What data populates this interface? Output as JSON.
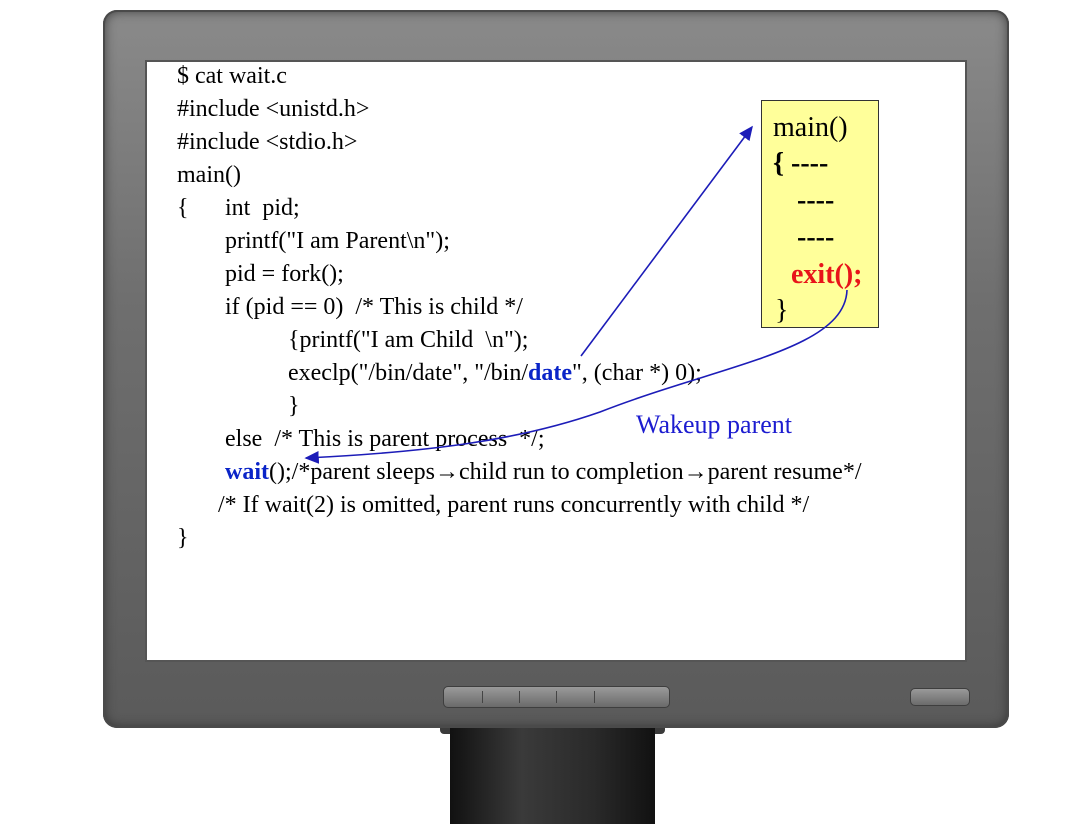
{
  "code": {
    "l1": "$ cat wait.c",
    "l2": "#include <unistd.h>",
    "l3": "#include <stdio.h>",
    "l4": "main()",
    "l5_brace": "{",
    "l5": "int  pid;",
    "l6": "printf(\"I am Parent\\n\");",
    "l7": "pid = fork();",
    "l8": "if (pid == 0)  /* This is child */",
    "l9": "{printf(\"I am Child  \\n\");",
    "l10a": "execlp(\"/bin/date\", \"/bin/",
    "l10b": "date",
    "l10c": "\", (char *) 0);",
    "l11": "}",
    "l12": "else  /* This is parent process  */;",
    "l13a": "wait",
    "l13b": "();/*parent sleeps",
    "l13c": "child run to completion",
    "l13d": "parent resume*/",
    "l14": "/* If wait(2) is omitted, parent runs concurrently with child */",
    "l15": "}"
  },
  "box": {
    "l1": "main()",
    "l2": "{ ----",
    "l3": "----",
    "l4": "----",
    "l5": "exit();",
    "l6": "}"
  },
  "annotation": "Wakeup parent",
  "arrow_glyph": "→",
  "colors": {
    "keyword": "#0a24c8",
    "exit": "#e8141a",
    "box": "#ffff9a",
    "annotation": "#1c1cd0"
  }
}
